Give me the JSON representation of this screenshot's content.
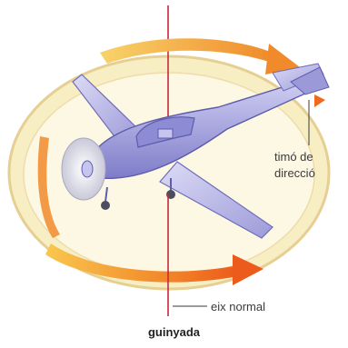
{
  "labels": {
    "rudder_line1": "timó de",
    "rudder_line2": "direcció",
    "axis": "eix normal"
  },
  "caption": "guinyada",
  "colors": {
    "ring": "#f7e9b5",
    "ring_edge": "#e3c98a",
    "arrow_light": "#f9c44a",
    "arrow_dark": "#ef6a1f",
    "axis_line": "#c8283c",
    "airplane_body": "#a9a8e2",
    "airplane_shadow": "#6f6db8",
    "wing": "#b9b8e8",
    "text": "#3a3a3a"
  },
  "icons": {
    "airplane": "airplane-icon",
    "rotation_arrow": "curved-arrow-icon"
  }
}
